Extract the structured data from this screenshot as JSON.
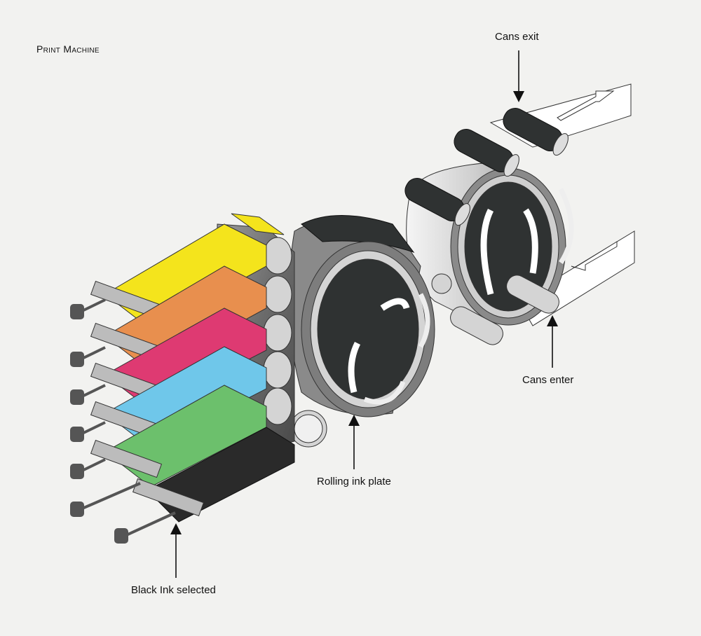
{
  "title": "Print Machine",
  "callouts": {
    "cans_exit": "Cans exit",
    "cans_enter": "Cans enter",
    "rolling_ink_plate": "Rolling ink plate",
    "black_ink_selected": "Black Ink selected"
  },
  "ink_stations": [
    {
      "name": "yellow",
      "color": "#f4e41c"
    },
    {
      "name": "orange",
      "color": "#e88f4e"
    },
    {
      "name": "magenta",
      "color": "#de3a72"
    },
    {
      "name": "cyan",
      "color": "#6fc7ea"
    },
    {
      "name": "green",
      "color": "#6cc06c"
    },
    {
      "name": "black",
      "color": "#2a2a2a"
    }
  ],
  "colors": {
    "dark_grey": "#2f3232",
    "mid_grey": "#8a8a8a",
    "light_grey": "#d4d4d4",
    "background": "#f2f2f0"
  }
}
